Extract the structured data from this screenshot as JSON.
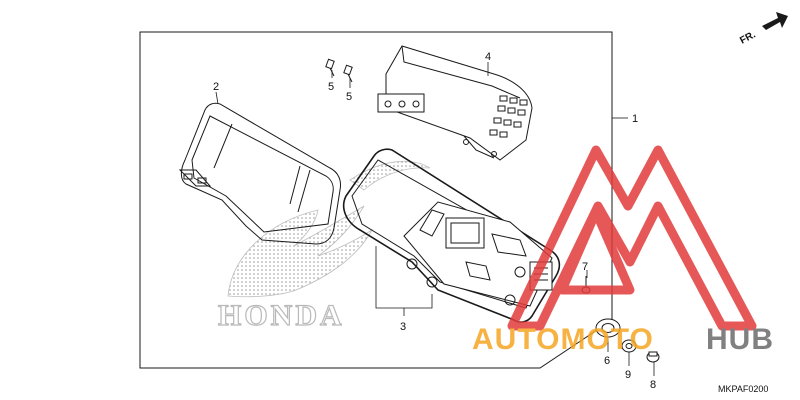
{
  "diagram": {
    "direction_label": "FR.",
    "part_code": "MKPAF0200",
    "callouts": [
      "1",
      "2",
      "3",
      "4",
      "5",
      "5",
      "6",
      "7",
      "8",
      "9"
    ]
  },
  "watermark": {
    "brand_left": "AUTOMOTO",
    "brand_right": "HUB",
    "logo_text": "HONDA"
  },
  "colors": {
    "line": "#1a1a1a",
    "watermark_red": "#e23b3b",
    "watermark_orange": "#f5a623",
    "watermark_dark": "#6b6b6b",
    "honda_gray": "#b9b9b9"
  }
}
